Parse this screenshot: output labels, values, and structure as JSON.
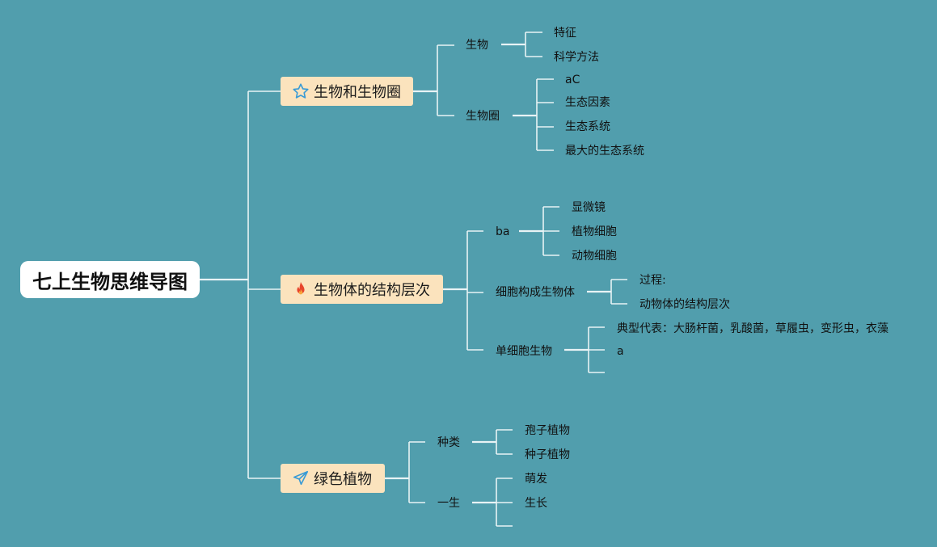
{
  "root": {
    "label": "七上生物思维导图"
  },
  "branches": [
    {
      "label": "生物和生物圈",
      "icon": "star-icon",
      "children": [
        {
          "label": "生物",
          "children": [
            "特征",
            "科学方法"
          ]
        },
        {
          "label": "生物圈",
          "children": [
            "aC",
            "生态因素",
            "生态系统",
            "最大的生态系统"
          ]
        }
      ]
    },
    {
      "label": "生物体的结构层次",
      "icon": "fire-icon",
      "children": [
        {
          "label": "ba",
          "children": [
            "显微镜",
            "植物细胞",
            "动物细胞"
          ]
        },
        {
          "label": "细胞构成生物体",
          "children": [
            "过程:",
            "动物体的结构层次"
          ]
        },
        {
          "label": "单细胞生物",
          "children": [
            "典型代表：大肠杆菌，乳酸菌，草履虫，变形虫，衣藻",
            "a",
            ""
          ]
        }
      ]
    },
    {
      "label": "绿色植物",
      "icon": "paper-plane-icon",
      "children": [
        {
          "label": "种类",
          "children": [
            "孢子植物",
            "种子植物"
          ]
        },
        {
          "label": "一生",
          "children": [
            "萌发",
            "生长",
            ""
          ]
        }
      ]
    }
  ],
  "colors": {
    "background": "#519ead",
    "branch_fill": "#fbe3bd",
    "line": "#e8f3f5",
    "icon_accent": "#3a9bd5",
    "fire_accent": "#e8452c"
  }
}
